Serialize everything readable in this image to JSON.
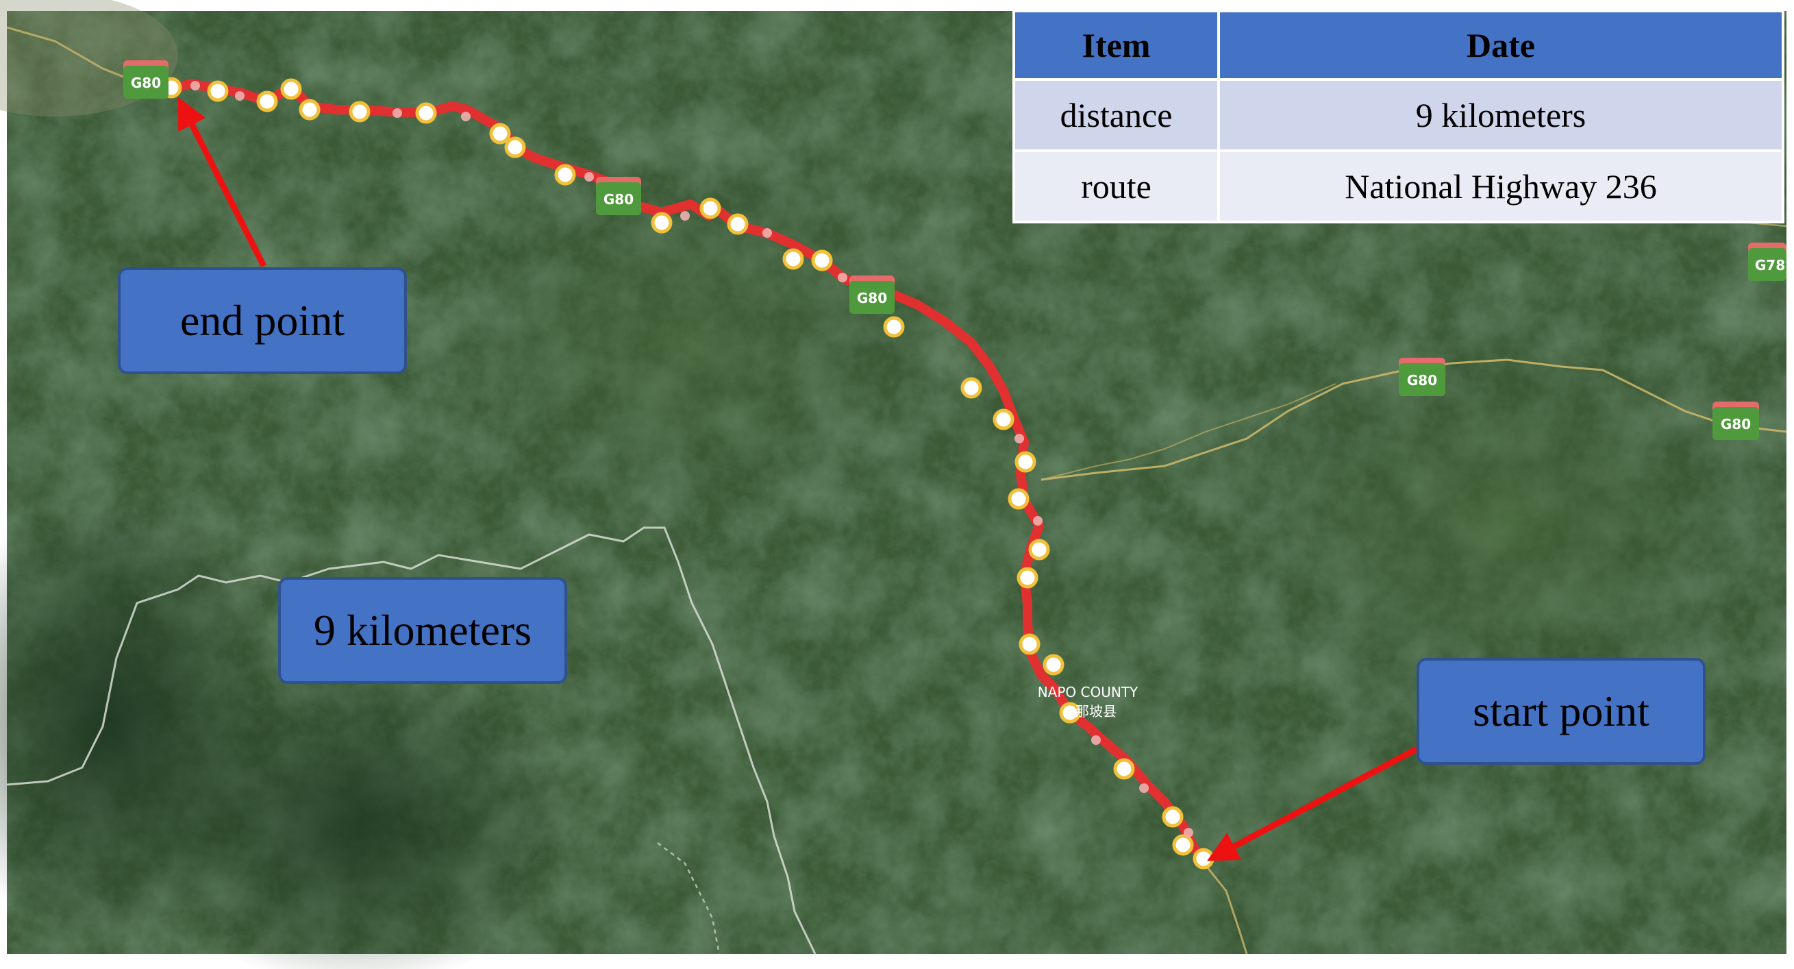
{
  "table": {
    "headers": [
      "Item",
      "Date"
    ],
    "rows": [
      [
        "distance",
        "9 kilometers"
      ],
      [
        "route",
        "National Highway 236"
      ]
    ]
  },
  "callouts": {
    "end_point": "end point",
    "distance": "9 kilometers",
    "start_point": "start point"
  },
  "map_labels": {
    "county_en": "NAPO COUNTY",
    "county_cn": "那坡县",
    "shields": [
      "G80",
      "G80",
      "G80",
      "G80",
      "G80",
      "G78"
    ]
  },
  "colors": {
    "route": "#e03030",
    "arrow": "#ee1111",
    "callout_fill": "#4472c4",
    "table_header": "#4472c4",
    "shield_green": "#4f9a3c"
  }
}
